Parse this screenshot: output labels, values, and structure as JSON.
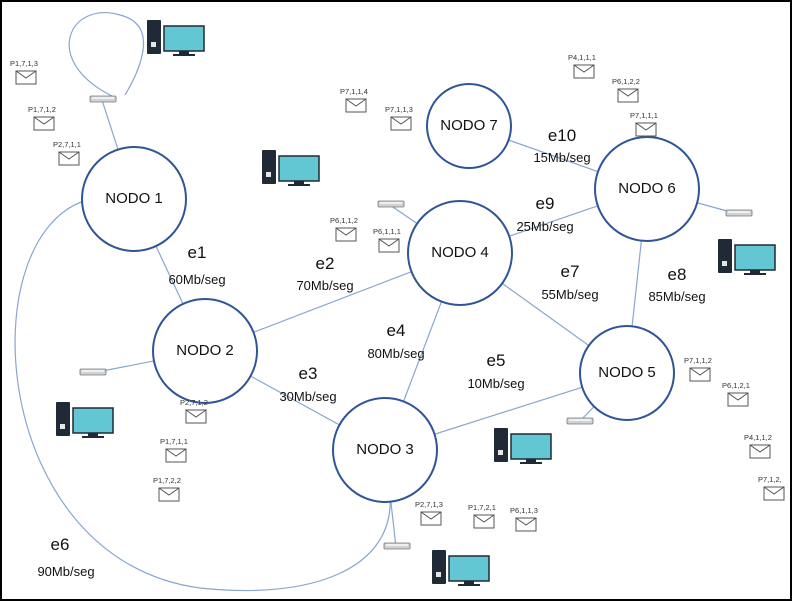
{
  "nodes": [
    {
      "id": "n1",
      "label": "NODO 1"
    },
    {
      "id": "n2",
      "label": "NODO 2"
    },
    {
      "id": "n3",
      "label": "NODO 3"
    },
    {
      "id": "n4",
      "label": "NODO 4"
    },
    {
      "id": "n5",
      "label": "NODO 5"
    },
    {
      "id": "n6",
      "label": "NODO 6"
    },
    {
      "id": "n7",
      "label": "NODO 7"
    }
  ],
  "edges": [
    {
      "id": "e1",
      "label": "e1",
      "bandwidth": "60Mb/seg",
      "from": "n1",
      "to": "n2"
    },
    {
      "id": "e2",
      "label": "e2",
      "bandwidth": "70Mb/seg",
      "from": "n2",
      "to": "n4"
    },
    {
      "id": "e3",
      "label": "e3",
      "bandwidth": "30Mb/seg",
      "from": "n2",
      "to": "n3"
    },
    {
      "id": "e4",
      "label": "e4",
      "bandwidth": "80Mb/seg",
      "from": "n4",
      "to": "n3"
    },
    {
      "id": "e5",
      "label": "e5",
      "bandwidth": "10Mb/seg",
      "from": "n3",
      "to": "n5"
    },
    {
      "id": "e6",
      "label": "e6",
      "bandwidth": "90Mb/seg",
      "from": "n1",
      "to": "n3"
    },
    {
      "id": "e7",
      "label": "e7",
      "bandwidth": "55Mb/seg",
      "from": "n4",
      "to": "n5"
    },
    {
      "id": "e8",
      "label": "e8",
      "bandwidth": "85Mb/seg",
      "from": "n6",
      "to": "n5"
    },
    {
      "id": "e9",
      "label": "e9",
      "bandwidth": "25Mb/seg",
      "from": "n4",
      "to": "n6"
    },
    {
      "id": "e10",
      "label": "e10",
      "bandwidth": "15Mb/seg",
      "from": "n7",
      "to": "n6"
    }
  ],
  "packets": {
    "n1": [
      "P1,7,1,3",
      "P1,7,1,2",
      "P2,7,1,1"
    ],
    "n7": [
      "P7,1,1,4",
      "P7,1,1,3"
    ],
    "n6": [
      "P4,1,1,1",
      "P6,1,2,2",
      "P7,1,1,1"
    ],
    "n4": [
      "P6,1,1,2",
      "P6,1,1,1"
    ],
    "n2": [
      "P2,7,1,2",
      "P1,7,1,1",
      "P1,7,2,2"
    ],
    "n3": [
      "P2,7,1,3",
      "P1,7,2,1",
      "P6,1,1,3"
    ],
    "n5": [
      "P7,1,1,2",
      "P6,1,2,1",
      "P4,1,1,2",
      "P7,1,2,"
    ]
  },
  "icons": {
    "computer": "desktop-computer-icon",
    "switch": "network-switch-icon",
    "packet": "envelope-icon"
  },
  "colors": {
    "node_stroke": "#2f5597",
    "edge": "#8aa6cf",
    "monitor": "#63c7d3"
  }
}
